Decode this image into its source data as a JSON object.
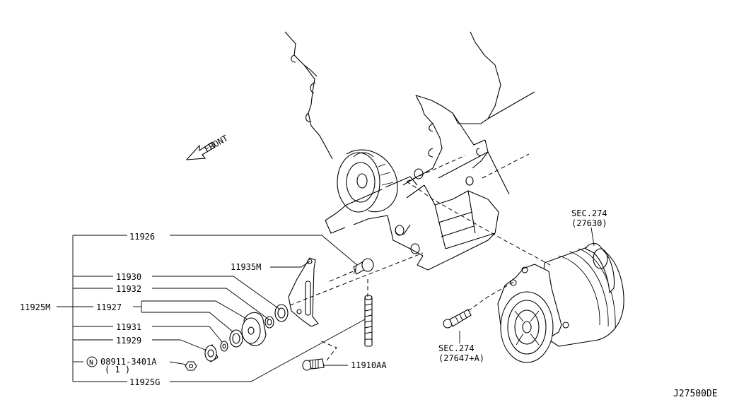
{
  "front_label": "FRONT",
  "diagram_id": "J27500DE",
  "labels": {
    "p11926": "11926",
    "p11930": "11930",
    "p11932": "11932",
    "p11927": "11927",
    "p11931": "11931",
    "p11929": "11929",
    "p11925m": "11925M",
    "p11935m": "11935M",
    "p11910aa": "11910AA",
    "p11925g": "11925G",
    "nut_code": "08911-3401A",
    "nut_qty": "( 1 )",
    "nut_marker": "N",
    "sec274_top": "SEC.274",
    "sec274_top_ref": "(27630)",
    "sec274_bottom": "SEC.274",
    "sec274_bottom_ref": "(27647+A)"
  }
}
